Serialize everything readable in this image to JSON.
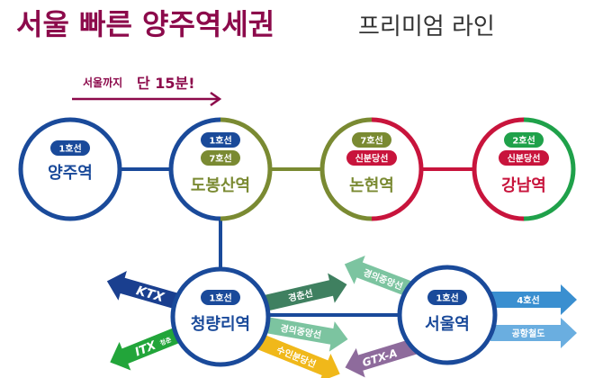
{
  "title": {
    "main": "서울 빠른 양주역세권",
    "sub": "프리미엄 라인"
  },
  "tagline": {
    "prefix": "서울까지",
    "emphasis": "단 15분!"
  },
  "colors": {
    "brand": "#8c0a4b",
    "line1": "#1a4a9a",
    "line7": "#7a8a32",
    "shinbundang": "#c8143c",
    "line2": "#1fa14a"
  },
  "stations": {
    "yangju": {
      "name": "양주역",
      "badges": [
        "1호선"
      ]
    },
    "dobongsan": {
      "name": "도봉산역",
      "badges": [
        "1호선",
        "7호선"
      ]
    },
    "nonhyeon": {
      "name": "논현역",
      "badges": [
        "7호선",
        "신분당선"
      ]
    },
    "gangnam": {
      "name": "강남역",
      "badges": [
        "2호선",
        "신분당선"
      ]
    },
    "cheongnyangni": {
      "name": "청량리역",
      "badges": [
        "1호선"
      ]
    },
    "seoul": {
      "name": "서울역",
      "badges": [
        "1호선"
      ]
    }
  },
  "arrows": {
    "ktx": "KTX",
    "itx": "ITX",
    "itx_sub": "청춘",
    "gyeongchun": "경춘선",
    "gyeongui1": "경의중앙선",
    "suin": "수인분당선",
    "gyeongui2": "경의중앙선",
    "gtx": "GTX-A",
    "line4": "4호선",
    "airport": "공항철도"
  }
}
